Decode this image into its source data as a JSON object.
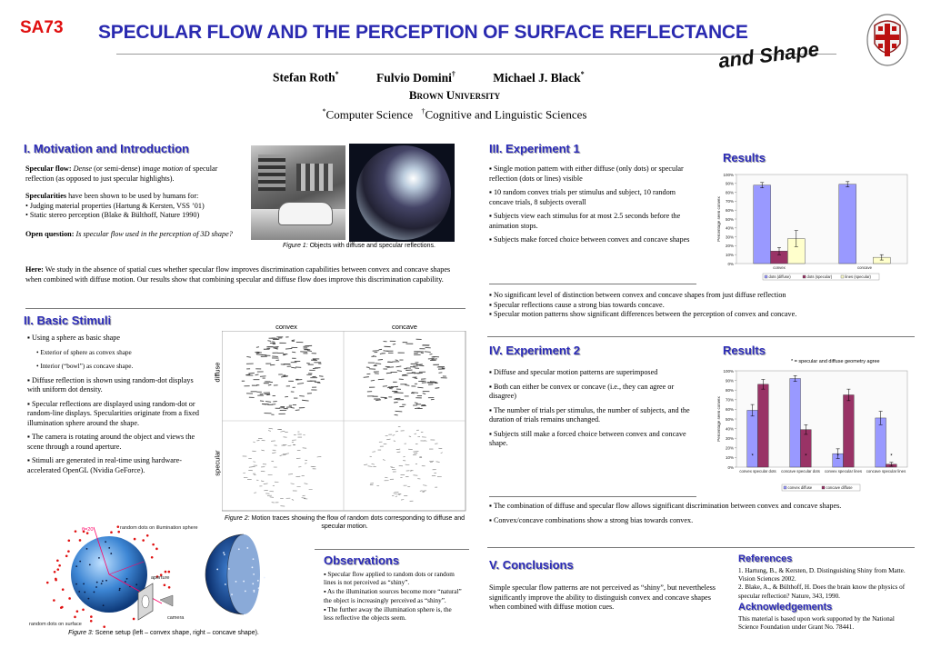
{
  "header": {
    "badge": "SA73",
    "title": "SPECULAR  FLOW AND THE PERCEPTION OF SURFACE REFLECTANCE",
    "subtitle_script": "and Shape",
    "authors": [
      {
        "name": "Stefan Roth",
        "mark": "*"
      },
      {
        "name": "Fulvio Domini",
        "mark": "†"
      },
      {
        "name": "Michael J. Black",
        "mark": "*"
      }
    ],
    "university": "Brown University",
    "affil_1_mark": "*",
    "affil_1": "Computer Science",
    "affil_2_mark": "†",
    "affil_2": "Cognitive and Linguistic Sciences"
  },
  "sec1": {
    "title": "I. Motivation and Introduction",
    "p1_lead": "Specular flow:",
    "p1_a": "Dense",
    "p1_b": " (or semi-dense) ",
    "p1_c": "image motion",
    "p1_d": " of specular reflection (as opposed to just specular highlights).",
    "p2_lead": "Specularities",
    "p2_rest": " have been shown to be used by humans for:",
    "p2_b1": "• Judging material properties (Hartung & Kersten, VSS ’01)",
    "p2_b2": "• Static stereo perception (Blake & Bülthoff, Nature 1990)",
    "q_lead": "Open question:",
    "q_text": " Is specular flow used in the perception of 3D shape?",
    "here_lead": "Here:",
    "here_text": "  We study in the absence of spatial cues whether specular flow improves discrimination capabilities between convex and concave shapes when combined with diffuse motion.  Our results show that combining specular and diffuse flow does improve this discrimination capability.",
    "fig1_label": "Figure 1:",
    "fig1_text": " Objects with diffuse and specular reflections."
  },
  "sec2": {
    "title": "II. Basic Stimuli",
    "b1": "Using a sphere as basic shape",
    "b1a": "• Exterior of sphere as convex shape",
    "b1b": "• Interior (“bowl”) as concave shape.",
    "b2": "Diffuse reflection is shown using random-dot displays with uniform dot density.",
    "b3": "Specular reflections are displayed using random-dot or random-line displays. Specularities originate from a fixed illumination sphere around the shape.",
    "b4": "The camera is rotating around the object and views the scene through a round aperture.",
    "b5": "Stimuli are generated in real-time using hardware-accelerated OpenGL (Nvidia GeForce).",
    "grid_col1": "convex",
    "grid_col2": "concave",
    "grid_row1": "diffuse",
    "grid_row2": "specular",
    "fig2_label": "Figure 2:",
    "fig2_text": " Motion traces showing the flow of random dots corresponding to diffuse and specular motion.",
    "fig3_label": "Figure 3:",
    "fig3_text": " Scene setup (left – convex shape, right – concave shape).",
    "lbl_illum": "random dots on illumination sphere",
    "lbl_aperture": "aperture",
    "lbl_camera": "camera",
    "lbl_surface": "random dots on surface",
    "lbl_angle": "θ=20"
  },
  "sec3": {
    "title": "III. Experiment 1",
    "b1": "Single motion pattern with either diffuse (only dots) or specular reflection (dots or lines) visible",
    "b2": "10 random convex trials per stimulus and subject, 10 random concave trials, 8 subjects overall",
    "b3": "Subjects view each stimulus for at most 2.5 seconds before the animation stops.",
    "b4": "Subjects make forced choice between convex and concave shapes",
    "r1": "No significant level of distinction between convex and concave shapes from just diffuse reflection",
    "r2": "Specular reflections cause a strong bias towards concave.",
    "r3": "Specular motion patterns show significant differences between the perception of convex and concave.",
    "results_title": "Results"
  },
  "sec4": {
    "title": "IV. Experiment 2",
    "b1": "Diffuse and specular motion patterns are superimposed",
    "b2": "Both can either be convex or concave (i.e., they can agree or disagree)",
    "b3": "The number of trials per stimulus, the number of subjects, and the duration of trials remains unchanged.",
    "b4": "Subjects still make a forced choice between convex and concave shape.",
    "r1": "The combination of diffuse and specular flow allows significant discrimination between convex and concave shapes.",
    "r2": "Convex/concave combinations show a strong bias towards convex.",
    "results_title": "Results",
    "note": "* = specular and diffuse geometry agree"
  },
  "obs": {
    "title": "Observations",
    "b1": "Specular flow applied to random dots or random lines is not perceived as “shiny”.",
    "b2": "As the illumination sources become more “natural” the object is increasingly perceived as “shiny”.",
    "b3": "The further away the illumination sphere is, the less reflective the objects seem."
  },
  "sec5": {
    "title": "V. Conclusions",
    "text": "Simple specular flow patterns are not perceived as “shiny”, but nevertheless significantly improve the ability to distinguish convex and concave shapes when combined with diffuse motion cues."
  },
  "refs": {
    "title": "References",
    "r1": "1.  Hartung, B., & Kersten, D.  Distinguishing Shiny from Matte.  Vision Sciences 2002.",
    "r2": "2.  Blake, A., & Bülthoff, H.  Does the brain know the physics of specular reflection?  Nature, 343, 1990.",
    "ack_title": "Acknowledgements",
    "ack": "This material is based upon work supported by the National Science Foundation under Grant No. 78441."
  },
  "chart_data": [
    {
      "type": "bar",
      "ylabel": "Percentage seen convex",
      "ylim": [
        0,
        100
      ],
      "yticks": [
        "0%",
        "10%",
        "20%",
        "30%",
        "40%",
        "50%",
        "60%",
        "70%",
        "80%",
        "90%",
        "100%"
      ],
      "categories": [
        "convex",
        "concave"
      ],
      "series": [
        {
          "name": "dots (diffuse)",
          "color": "#9999ff",
          "values": [
            88,
            89
          ],
          "err": [
            3,
            3
          ]
        },
        {
          "name": "dots (specular)",
          "color": "#993366",
          "values": [
            14,
            0
          ],
          "err": [
            4,
            0
          ]
        },
        {
          "name": "lines (specular)",
          "color": "#ffffcc",
          "values": [
            28,
            7
          ],
          "err": [
            9,
            3
          ]
        }
      ],
      "legend": "bottom"
    },
    {
      "type": "bar",
      "ylabel": "Percentage seen convex",
      "ylim": [
        0,
        100
      ],
      "yticks": [
        "0%",
        "10%",
        "20%",
        "30%",
        "40%",
        "50%",
        "60%",
        "70%",
        "80%",
        "90%",
        "100%"
      ],
      "categories": [
        "convex specular dots",
        "concave specular dots",
        "convex specular lines",
        "concave specular lines"
      ],
      "series": [
        {
          "name": "convex diffuse",
          "color": "#9999ff",
          "values": [
            59,
            92,
            14,
            51
          ],
          "err": [
            6,
            3,
            5,
            7
          ]
        },
        {
          "name": "concave diffuse",
          "color": "#993366",
          "values": [
            86,
            39,
            75,
            3
          ],
          "err": [
            5,
            5,
            6,
            2
          ]
        }
      ],
      "marks": "*",
      "legend": "bottom"
    }
  ]
}
